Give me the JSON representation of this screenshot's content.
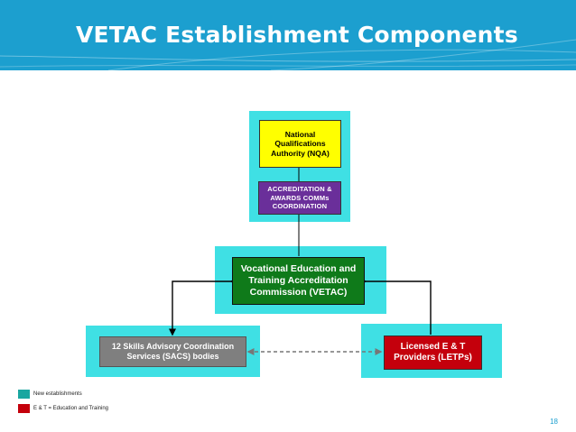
{
  "title": "VETAC Establishment Components",
  "boxes": {
    "nqa": "National Qualifications Authority (NQA)",
    "accreditation": "ACCREDITATION & AWARDS COMMs COORDINATION",
    "vetac": "Vocational Education and Training Accreditation Commission (VETAC)",
    "sacs": "12 Skills Advisory Coordination Services (SACS) bodies",
    "letps": "Licensed E & T Providers (LETPs)"
  },
  "legend": [
    {
      "label": "New establishments",
      "color": "#1aa6a0"
    },
    {
      "label": "E & T = Education and Training",
      "color": "#c4000c"
    }
  ],
  "page_number": "18",
  "colors": {
    "header": "#1c9fcf",
    "panel": "#3fe0e4",
    "nqa": "#ffff00",
    "accreditation": "#6a2f9a",
    "vetac": "#0f7a1a",
    "sacs": "#7f7f7f",
    "letps": "#c4000c"
  }
}
